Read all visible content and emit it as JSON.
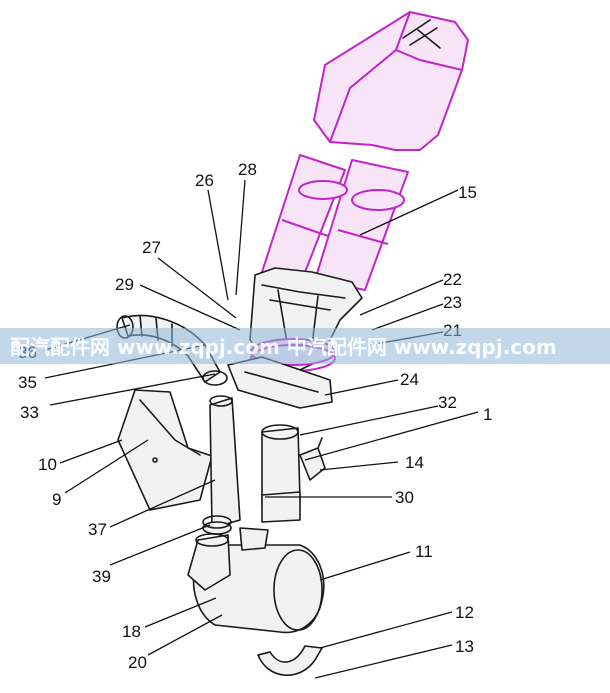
{
  "diagram": {
    "part_numbers": [
      "36",
      "35",
      "33",
      "10",
      "9",
      "37",
      "39",
      "18",
      "20",
      "26",
      "28",
      "27",
      "29",
      "15",
      "22",
      "23",
      "21",
      "24",
      "32",
      "1",
      "14",
      "30",
      "11",
      "12",
      "13"
    ]
  },
  "watermark": {
    "text": "配汽配件网 www.zqpj.com  中汽配件网  www.zqpj.com"
  },
  "colors": {
    "highlight": "#c026c9",
    "line": "#1a1a1a",
    "watermark_band": "#8fb6d8"
  }
}
